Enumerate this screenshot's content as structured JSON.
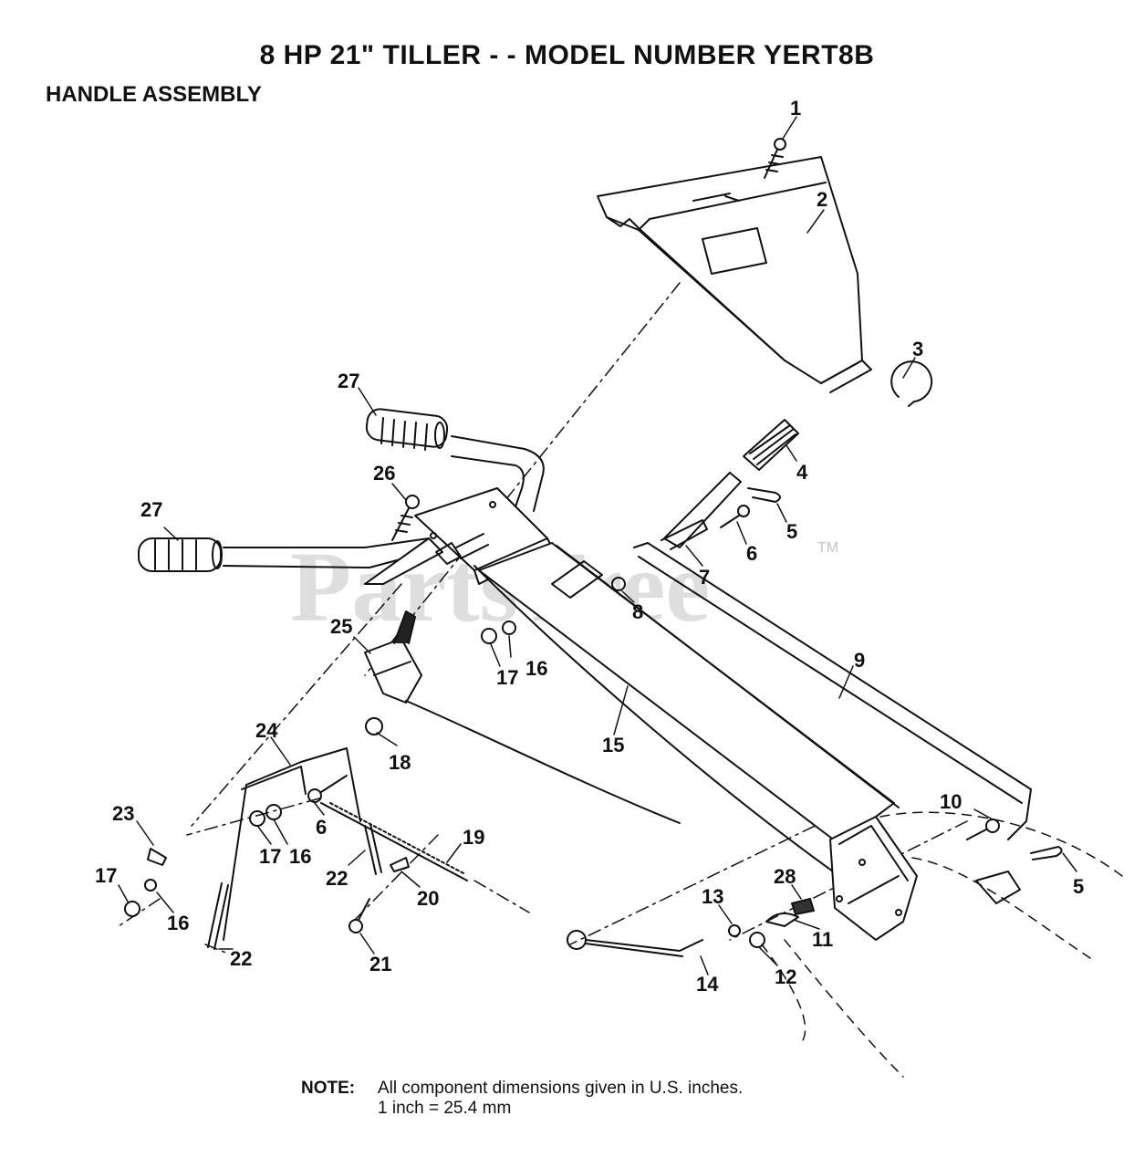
{
  "header": {
    "title": "8 HP 21\" TILLER - - MODEL NUMBER YERT8B",
    "subtitle": "HANDLE ASSEMBLY"
  },
  "watermark": {
    "text": "PartsTree",
    "tm": "TM"
  },
  "callouts": {
    "c1": "1",
    "c2": "2",
    "c3": "3",
    "c4": "4",
    "c5a": "5",
    "c5b": "5",
    "c6a": "6",
    "c6b": "6",
    "c7": "7",
    "c8": "8",
    "c9": "9",
    "c10": "10",
    "c11": "11",
    "c12": "12",
    "c13": "13",
    "c14": "14",
    "c15": "15",
    "c16a": "16",
    "c16b": "16",
    "c16c": "16",
    "c17a": "17",
    "c17b": "17",
    "c17c": "17",
    "c18": "18",
    "c19": "19",
    "c20": "20",
    "c21": "21",
    "c22a": "22",
    "c22b": "22",
    "c23": "23",
    "c24": "24",
    "c25": "25",
    "c26": "26",
    "c27a": "27",
    "c27b": "27",
    "c28": "28"
  },
  "note": {
    "label": "NOTE:",
    "line1": "All component dimensions given in U.S. inches.",
    "line2": "1 inch = 25.4 mm"
  }
}
